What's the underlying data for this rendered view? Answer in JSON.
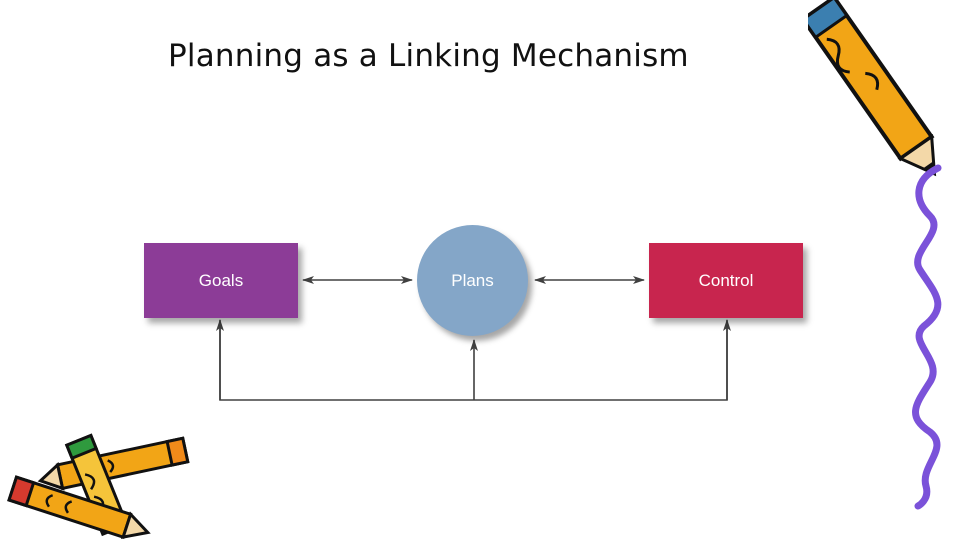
{
  "slide": {
    "title": "Planning as a Linking Mechanism"
  },
  "diagram": {
    "nodes": {
      "goals": "Goals",
      "plans": "Plans",
      "control": "Control"
    },
    "colors": {
      "goals": "#8c3c97",
      "plans": "#84a6c8",
      "control": "#c8254e",
      "connector": "#404040"
    }
  },
  "clipart": {
    "top_right": "pencil-icon",
    "squiggle": "squiggle-line",
    "bottom_left": "pencils-icon"
  }
}
